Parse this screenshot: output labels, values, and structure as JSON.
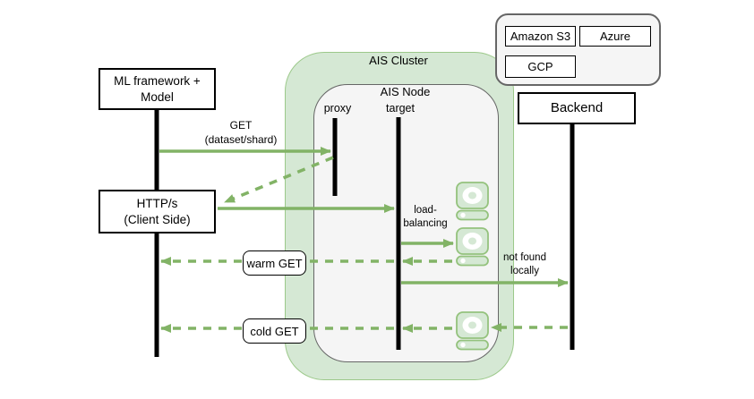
{
  "cluster": {
    "title": "AIS Cluster",
    "node_title": "AIS Node"
  },
  "actors": {
    "ml": {
      "label": "ML framework +\nModel"
    },
    "http": {
      "label": "HTTP/s\n(Client Side)"
    },
    "proxy": {
      "label": "proxy"
    },
    "target": {
      "label": "target"
    },
    "backend": {
      "label": "Backend"
    }
  },
  "providers": {
    "items": [
      {
        "label": "Amazon S3"
      },
      {
        "label": "Azure"
      },
      {
        "label": "GCP"
      }
    ]
  },
  "messages": {
    "get_request": {
      "label": "GET\n(dataset/shard)"
    },
    "load_balancing": {
      "label": "load-\nbalancing"
    },
    "warm_get": {
      "label": "warm GET"
    },
    "cold_get": {
      "label": "cold GET"
    },
    "not_found": {
      "label": "not found\nlocally"
    }
  },
  "icons": {
    "disks": [
      "disk-icon",
      "disk-icon",
      "disk-icon"
    ]
  },
  "colors": {
    "arrow_green": "#82b366",
    "cluster_fill": "#d5e8d4",
    "cluster_border": "#9cc98a",
    "node_fill": "#f5f5f5",
    "lifeline": "#000000"
  }
}
